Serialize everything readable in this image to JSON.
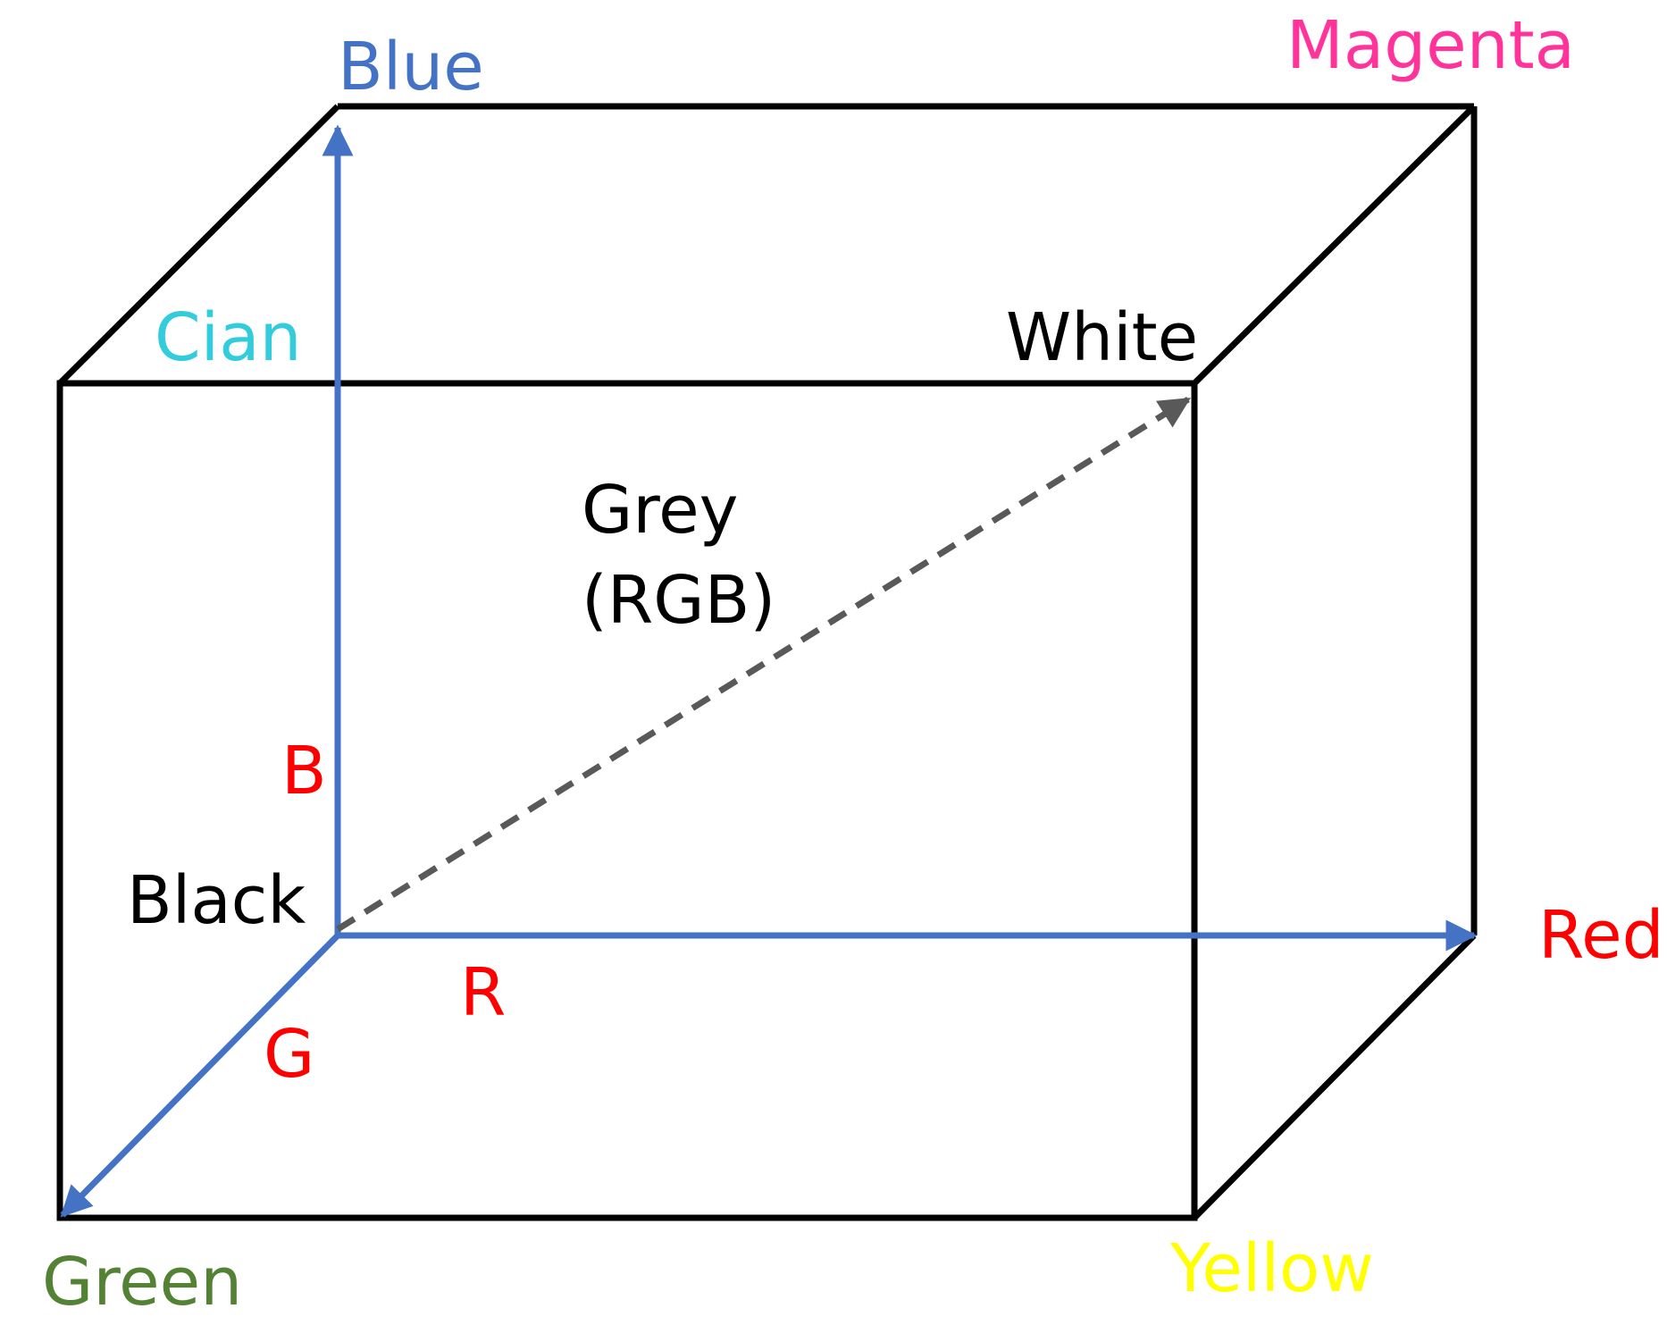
{
  "labels": {
    "blue": "Blue",
    "magenta": "Magenta",
    "cian": "Cian",
    "white": "White",
    "grey_line1": "Grey",
    "grey_line2": "(RGB)",
    "b_axis": "B",
    "black": "Black",
    "red": "Red",
    "r_axis": "R",
    "g_axis": "G",
    "green": "Green",
    "yellow": "Yellow"
  },
  "colors": {
    "edge": "#000000",
    "axis": "#4472C4",
    "diagonal": "#595959",
    "axis_letter": "#FF0000",
    "blue_label": "#4472C4",
    "magenta_label": "#FF3399",
    "cian_label": "#33CCDD",
    "green_label": "#548235",
    "yellow_label": "#FFFF00",
    "red_label": "#FF0000",
    "neutral_label": "#000000"
  }
}
